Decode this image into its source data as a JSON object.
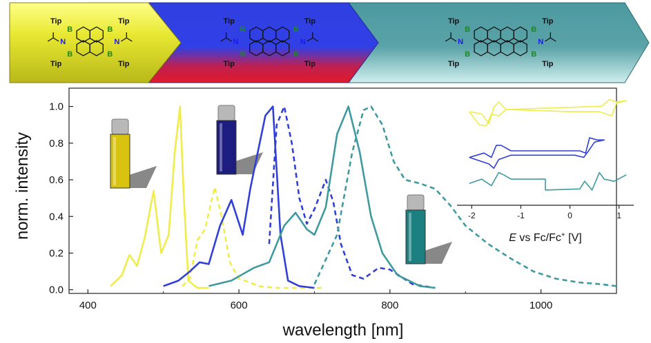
{
  "banner": {
    "colors": {
      "yellow": "#e8e832",
      "blue": "#2f3fe0",
      "red": "#e01a2a",
      "teal": "#3f8f96"
    },
    "molecules": [
      {
        "name": "yellow-molecule",
        "sub_left_top": "Tip",
        "sub_left_bottom": "Tip",
        "sub_right_top": "Tip",
        "sub_right_bottom": "Tip",
        "b": "B",
        "n": "N",
        "rings": 4
      },
      {
        "name": "blue-molecule",
        "sub_left_top": "Tip",
        "sub_left_bottom": "Tip",
        "sub_right_top": "Tip",
        "sub_right_bottom": "Tip",
        "b": "B",
        "n": "N",
        "rings": 6
      },
      {
        "name": "teal-molecule",
        "sub_left_top": "Tip",
        "sub_left_bottom": "Tip",
        "sub_right_top": "Tip",
        "sub_right_bottom": "Tip",
        "b": "B",
        "n": "N",
        "rings": 8
      }
    ]
  },
  "chart_data": [
    {
      "type": "line",
      "xlabel": "wavelength [nm]",
      "ylabel": "norm. intensity",
      "xlim": [
        375,
        1100
      ],
      "ylim": [
        -0.02,
        1.1
      ],
      "xticks": [
        400,
        600,
        800,
        1000
      ],
      "yticks": [
        0.0,
        0.2,
        0.4,
        0.6,
        0.8,
        1.0
      ],
      "ytick_labels": [
        "0.0",
        "0.2",
        "0.4",
        "0.6",
        "0.8",
        "1.0"
      ],
      "series": [
        {
          "color": "#f0ec4a",
          "dash": "solid",
          "x": [
            430,
            445,
            455,
            465,
            475,
            487,
            497,
            507,
            515,
            522,
            527,
            533,
            545,
            560
          ],
          "y": [
            0.02,
            0.08,
            0.19,
            0.13,
            0.28,
            0.54,
            0.2,
            0.3,
            0.75,
            1.0,
            0.5,
            0.05,
            0.01,
            0.01
          ]
        },
        {
          "color": "#f0ec4a",
          "dash": "dashed",
          "x": [
            525,
            535,
            545,
            555,
            568,
            578,
            588,
            600,
            615,
            625,
            650,
            680,
            710
          ],
          "y": [
            0.02,
            0.06,
            0.27,
            0.33,
            0.56,
            0.38,
            0.15,
            0.06,
            0.04,
            0.02,
            0.01,
            0.01,
            0.01
          ]
        },
        {
          "color": "#2f3fd8",
          "dash": "solid",
          "x": [
            500,
            520,
            535,
            548,
            560,
            575,
            590,
            605,
            615,
            625,
            635,
            645,
            655,
            665,
            680,
            700
          ],
          "y": [
            0.02,
            0.05,
            0.1,
            0.15,
            0.14,
            0.35,
            0.49,
            0.3,
            0.55,
            0.75,
            0.95,
            1.0,
            0.3,
            0.05,
            0.02,
            0.01
          ]
        },
        {
          "color": "#2f3fd8",
          "dash": "dashed",
          "x": [
            640,
            650,
            660,
            670,
            680,
            690,
            700,
            715,
            725,
            735,
            750,
            765,
            785,
            800,
            815,
            830,
            860
          ],
          "y": [
            0.25,
            0.9,
            1.0,
            0.8,
            0.5,
            0.36,
            0.44,
            0.6,
            0.48,
            0.25,
            0.08,
            0.06,
            0.12,
            0.11,
            0.07,
            0.03,
            0.01
          ]
        },
        {
          "color": "#3f9aa0",
          "dash": "solid",
          "x": [
            560,
            590,
            620,
            640,
            660,
            675,
            690,
            700,
            715,
            730,
            745,
            760,
            775,
            790,
            810,
            840,
            860
          ],
          "y": [
            0.02,
            0.05,
            0.12,
            0.15,
            0.35,
            0.42,
            0.33,
            0.3,
            0.45,
            0.85,
            1.0,
            0.75,
            0.4,
            0.2,
            0.08,
            0.02,
            0.01
          ]
        },
        {
          "color": "#3f9aa0",
          "dash": "dashed",
          "x": [
            700,
            730,
            750,
            765,
            775,
            790,
            805,
            820,
            840,
            860,
            880,
            900,
            930,
            960,
            990,
            1020,
            1050,
            1080,
            1100
          ],
          "y": [
            0.03,
            0.3,
            0.75,
            0.98,
            1.0,
            0.9,
            0.7,
            0.6,
            0.58,
            0.55,
            0.46,
            0.35,
            0.25,
            0.17,
            0.1,
            0.06,
            0.04,
            0.03,
            0.02
          ]
        }
      ]
    },
    {
      "type": "line",
      "name": "cyclic-voltammogram-inset",
      "xlabel_italic": "E",
      "xlabel_rest": " vs Fc/Fc",
      "xlabel_sup": "+",
      "xlabel_unit": " [V]",
      "xlim": [
        -2.3,
        1.3
      ],
      "xticks": [
        -2,
        -1,
        0,
        1
      ],
      "series": [
        {
          "color": "#f0ec4a",
          "x": [
            -2.05,
            -1.8,
            -1.65,
            -1.55,
            -1.45,
            -1.3,
            0.0,
            0.6,
            0.85,
            0.95,
            1.15,
            0.95,
            0.8,
            0.65,
            0.0,
            -1.3,
            -1.45,
            -1.6,
            -1.7,
            -1.85,
            -2.05
          ],
          "y": [
            0.86,
            0.84,
            0.75,
            0.9,
            0.95,
            0.88,
            0.86,
            0.86,
            0.82,
            0.94,
            0.96,
            0.95,
            0.97,
            0.91,
            0.9,
            0.88,
            0.82,
            0.84,
            0.73,
            0.74,
            0.86
          ]
        },
        {
          "color": "#2f3fd8",
          "x": [
            -2.05,
            -1.75,
            -1.6,
            -1.5,
            -1.4,
            -1.2,
            0.0,
            0.2,
            0.32,
            0.4,
            0.55,
            0.7,
            0.5,
            0.38,
            0.28,
            0.1,
            -1.2,
            -1.45,
            -1.55,
            -1.65,
            -2.05
          ],
          "y": [
            0.44,
            0.48,
            0.44,
            0.55,
            0.55,
            0.5,
            0.5,
            0.5,
            0.48,
            0.62,
            0.6,
            0.6,
            0.58,
            0.5,
            0.44,
            0.46,
            0.46,
            0.42,
            0.34,
            0.38,
            0.44
          ]
        },
        {
          "color": "#3f9aa0",
          "x": [
            -2.05,
            -1.8,
            -1.6,
            -1.45,
            -1.35,
            -1.2,
            -0.5,
            -0.5,
            0.2,
            0.3,
            0.45,
            0.6,
            0.7,
            0.9,
            1.15
          ],
          "y": [
            0.2,
            0.24,
            0.18,
            0.3,
            0.28,
            0.24,
            0.24,
            0.14,
            0.15,
            0.22,
            0.14,
            0.3,
            0.24,
            0.22,
            0.28
          ]
        }
      ]
    }
  ]
}
